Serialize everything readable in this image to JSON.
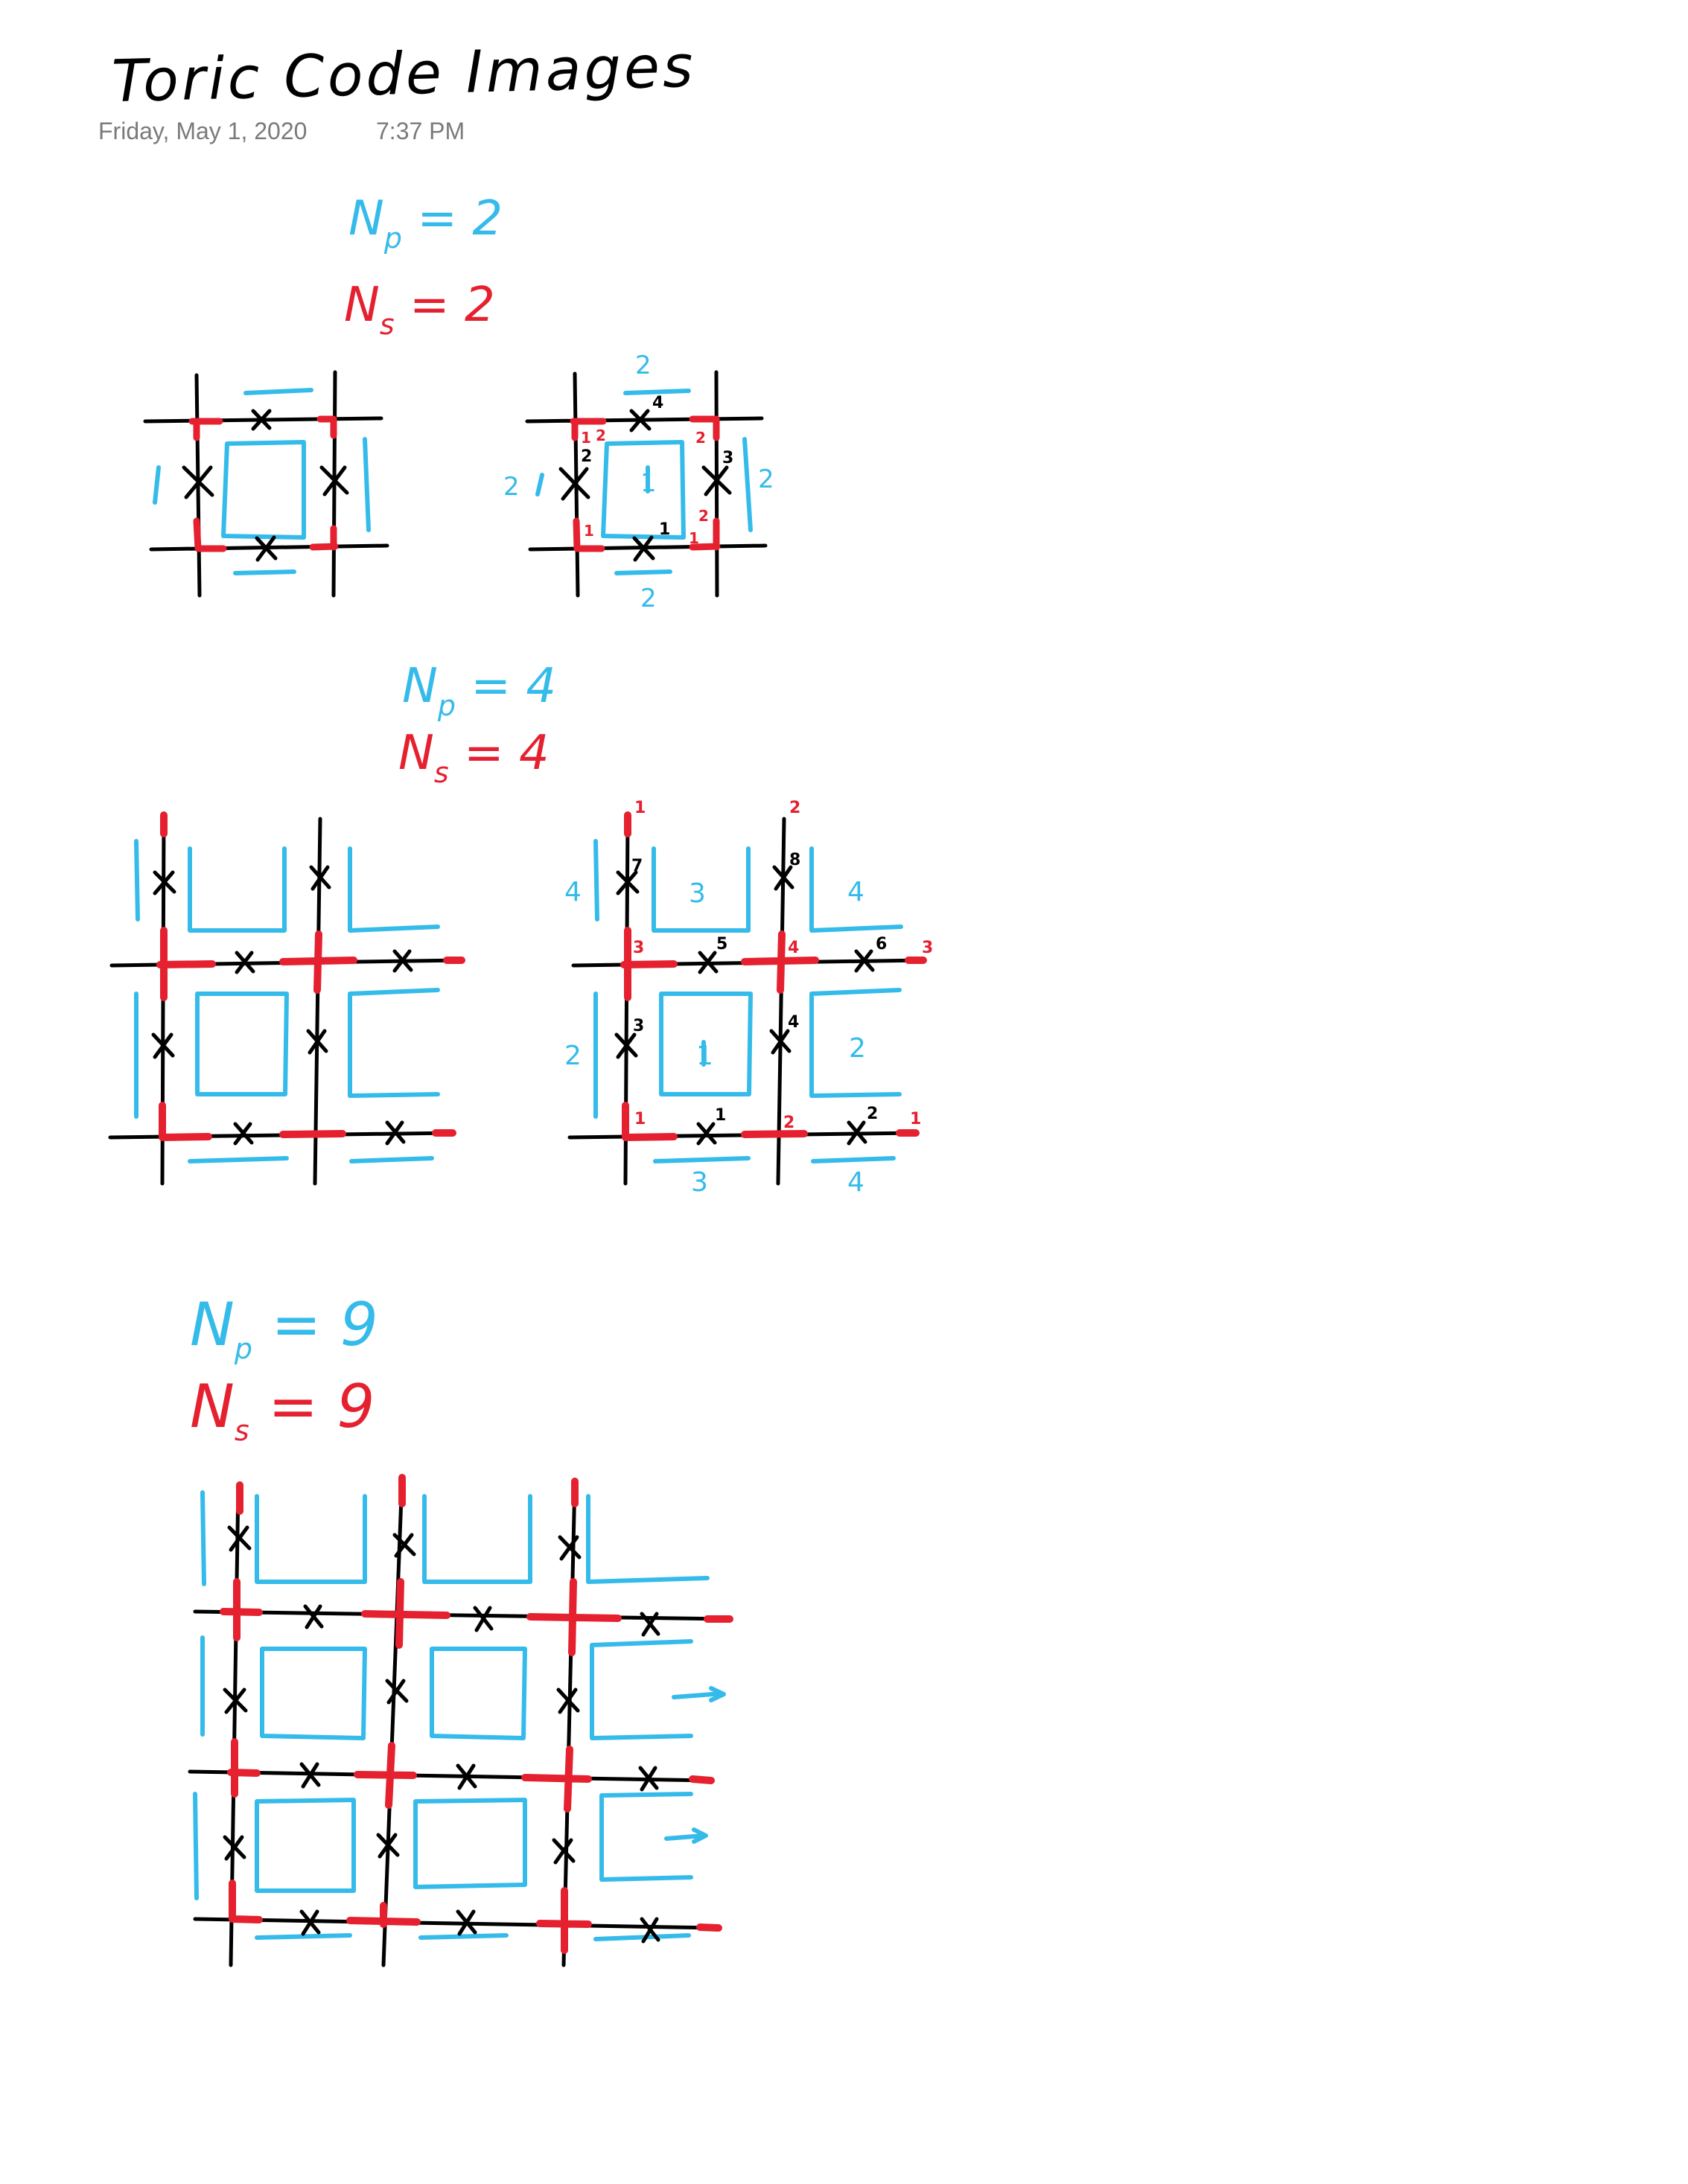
{
  "note": {
    "title": "Toric Code Images",
    "date": "Friday, May 1, 2020",
    "time": "7:37 PM"
  },
  "sections": [
    {
      "np_label": "N",
      "np_sub": "p",
      "np_value": "= 2",
      "ns_label": "N",
      "ns_sub": "s",
      "ns_value": "= 2"
    },
    {
      "np_label": "N",
      "np_sub": "p",
      "np_value": "= 4",
      "ns_label": "N",
      "ns_sub": "s",
      "ns_value": "= 4"
    },
    {
      "np_label": "N",
      "np_sub": "p",
      "np_value": "= 9",
      "ns_label": "N",
      "ns_sub": "s",
      "ns_value": "= 9"
    }
  ],
  "colors": {
    "blue": "#35bbea",
    "red": "#e5202f",
    "black": "#000000",
    "meta_gray": "#7a7a7a"
  },
  "diagram_labels": {
    "sec1_right": {
      "blue": [
        "2",
        "2",
        "1",
        "2",
        "2"
      ],
      "black": [
        "4",
        "2",
        "3",
        "1"
      ],
      "red": [
        "1",
        "2",
        "2",
        "1",
        "2",
        "1"
      ]
    },
    "sec2_right": {
      "blue": [
        "4",
        "3",
        "4",
        "2",
        "1",
        "2",
        "3",
        "4"
      ],
      "black": [
        "7",
        "8",
        "5",
        "6",
        "3",
        "4",
        "1",
        "2"
      ],
      "red": [
        "1",
        "2",
        "3",
        "4",
        "3",
        "1",
        "2",
        "1"
      ]
    }
  }
}
